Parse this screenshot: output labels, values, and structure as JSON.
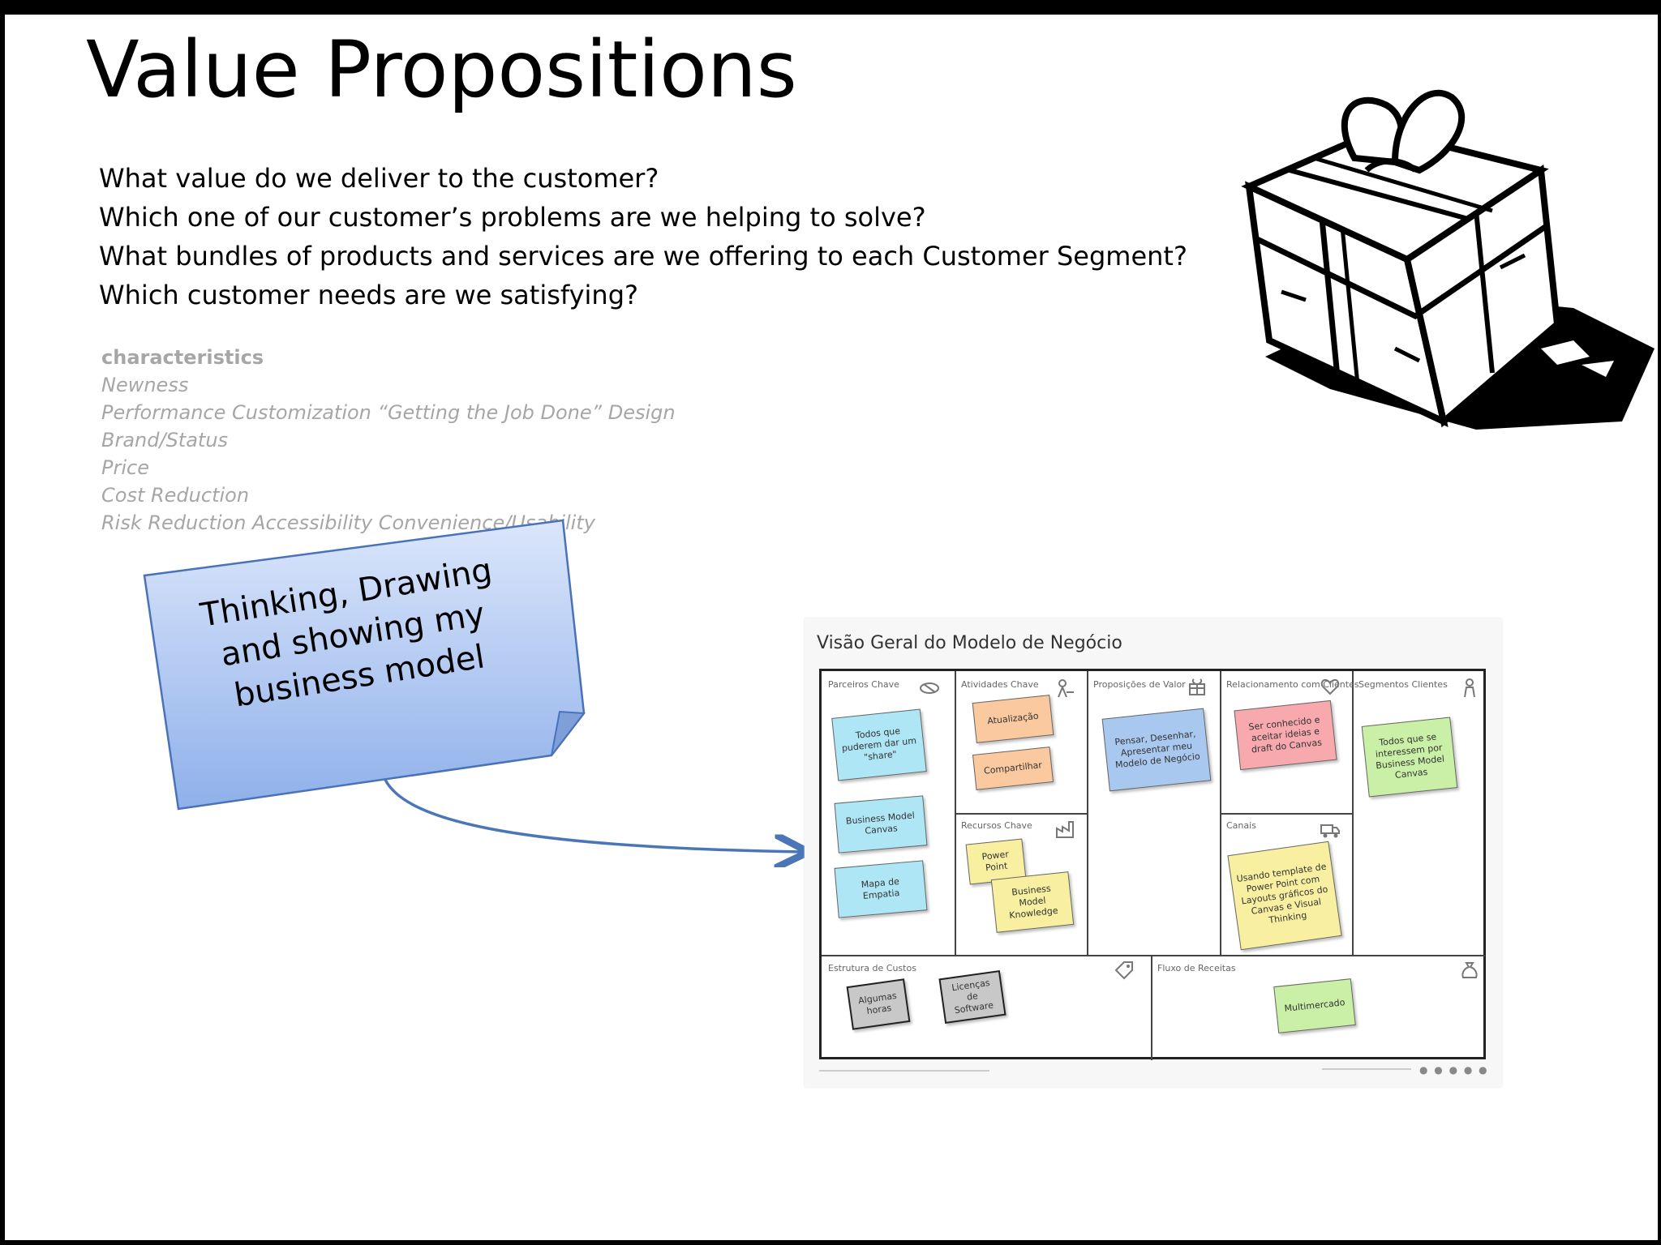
{
  "slide": {
    "title": "Value Propositions",
    "questions": [
      "What value do we deliver to the customer?",
      "Which one of our customer’s problems are we helping to solve?",
      "What bundles of products and services are we offering to each Customer Segment?",
      "Which customer needs are we satisfying?"
    ],
    "characteristics": {
      "heading": "characteristics",
      "items": [
        "Newness",
        "Performance Customization “Getting the Job Done” Design",
        "Brand/Status",
        "Price",
        "Cost Reduction",
        "Risk Reduction Accessibility Convenience/Usability"
      ]
    },
    "callout": {
      "text": "Thinking, Drawing and showing my business model",
      "fill_top": "#dbe6fb",
      "fill_bottom": "#8fb0ea",
      "stroke": "#4a72b8"
    },
    "arrow_color": "#4a76b8",
    "gift_icon": "gift-box-icon"
  },
  "canvas": {
    "title": "Visão Geral do Modelo de Negócio",
    "blocks": {
      "key_partners": "Parceiros Chave",
      "key_activities": "Atividades Chave",
      "key_resources": "Recursos Chave",
      "value_propositions": "Proposições de Valor",
      "customer_relationships": "Relacionamento com Clientes",
      "channels": "Canais",
      "customer_segments": "Segmentos Clientes",
      "cost_structure": "Estrutura de Custos",
      "revenue_streams": "Fluxo de Receitas"
    },
    "stickies": {
      "partners_1": "Todos que puderem dar um \"share\"",
      "partners_2": "Business Model Canvas",
      "partners_3": "Mapa de Empatia",
      "activities_1": "Atualização",
      "activities_2": "Compartilhar",
      "resources_1": "Power Point",
      "resources_2": "Business Model Knowledge",
      "value_1": "Pensar, Desenhar, Apresentar meu Modelo de Negócio",
      "relationships_1": "Ser conhecido e aceitar ideias e draft do Canvas",
      "channels_1": "Usando template de Power Point com Layouts gráficos do Canvas e Visual Thinking",
      "segments_1": "Todos que se interessem por Business Model Canvas",
      "costs_1": "Algumas horas",
      "costs_2": "Licenças de Software",
      "revenue_1": "Multimercado"
    },
    "colors": {
      "cyan": "#aee6f5",
      "orange": "#fbc9a0",
      "yellow": "#f8f0a0",
      "blue": "#a9c8f0",
      "pink": "#f7a9ae",
      "green": "#c9f0a6",
      "gray": "#c8c8c8"
    }
  }
}
